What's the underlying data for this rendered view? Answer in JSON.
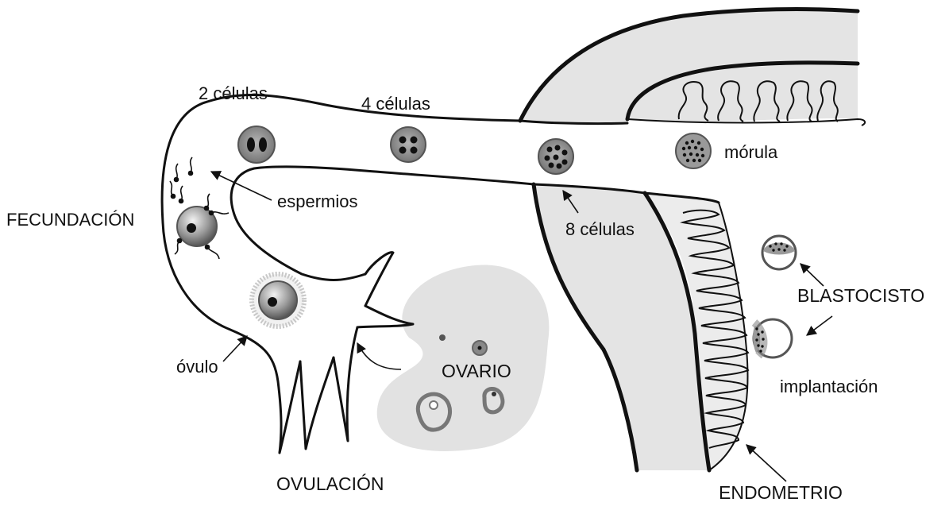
{
  "labels": {
    "fecundacion": "FECUNDACIÓN",
    "espermios": "espermios",
    "dos_celulas": "2 células",
    "cuatro_celulas": "4 células",
    "ocho_celulas": "8 células",
    "morula": "mórula",
    "ovulo": "óvulo",
    "ovario": "OVARIO",
    "ovulacion": "OVULACIÓN",
    "blastocisto": "BLASTOCISTO",
    "implantacion": "implantación",
    "endometrio": "ENDOMETRIO"
  },
  "colors": {
    "outline": "#111111",
    "tissue_fill": "#e4e4e4",
    "cell_fill": "#8a8a8a",
    "nucleus": "#111111"
  }
}
